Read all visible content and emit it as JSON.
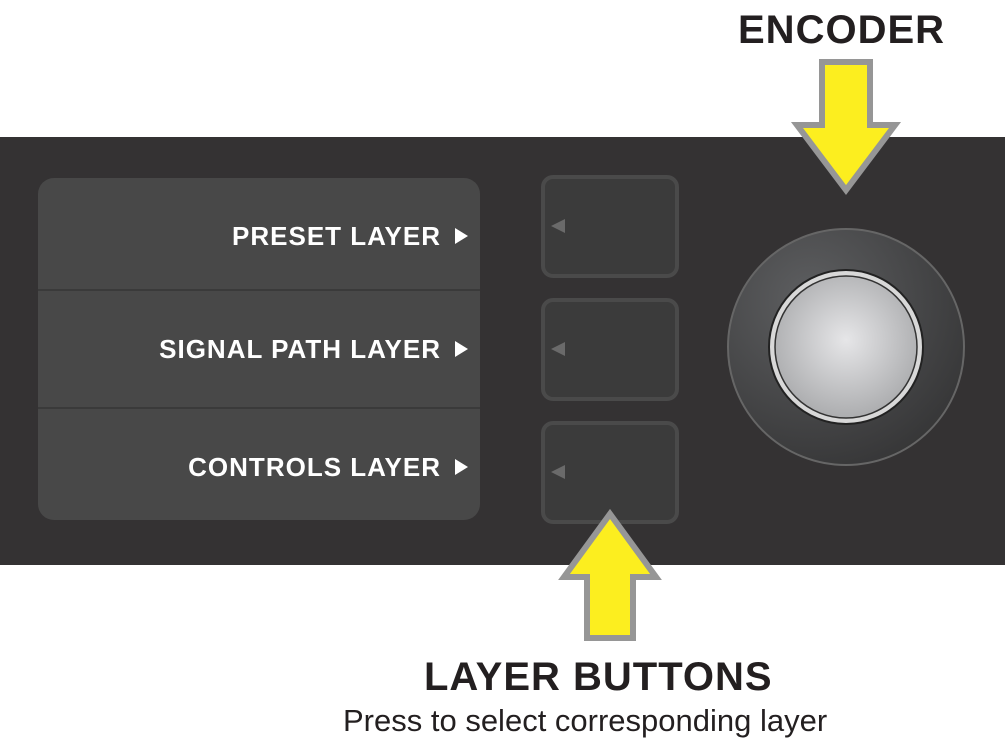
{
  "labels": {
    "encoder": "ENCODER",
    "layer_buttons": "LAYER BUTTONS",
    "layer_buttons_desc": "Press to select corresponding layer"
  },
  "display": {
    "rows": [
      {
        "label": "PRESET LAYER"
      },
      {
        "label": "SIGNAL PATH LAYER"
      },
      {
        "label": "CONTROLS LAYER"
      }
    ]
  },
  "colors": {
    "arrow": "#fcee1f",
    "arrow_outline": "#969696",
    "panel": "#343233",
    "display": "#484848"
  }
}
